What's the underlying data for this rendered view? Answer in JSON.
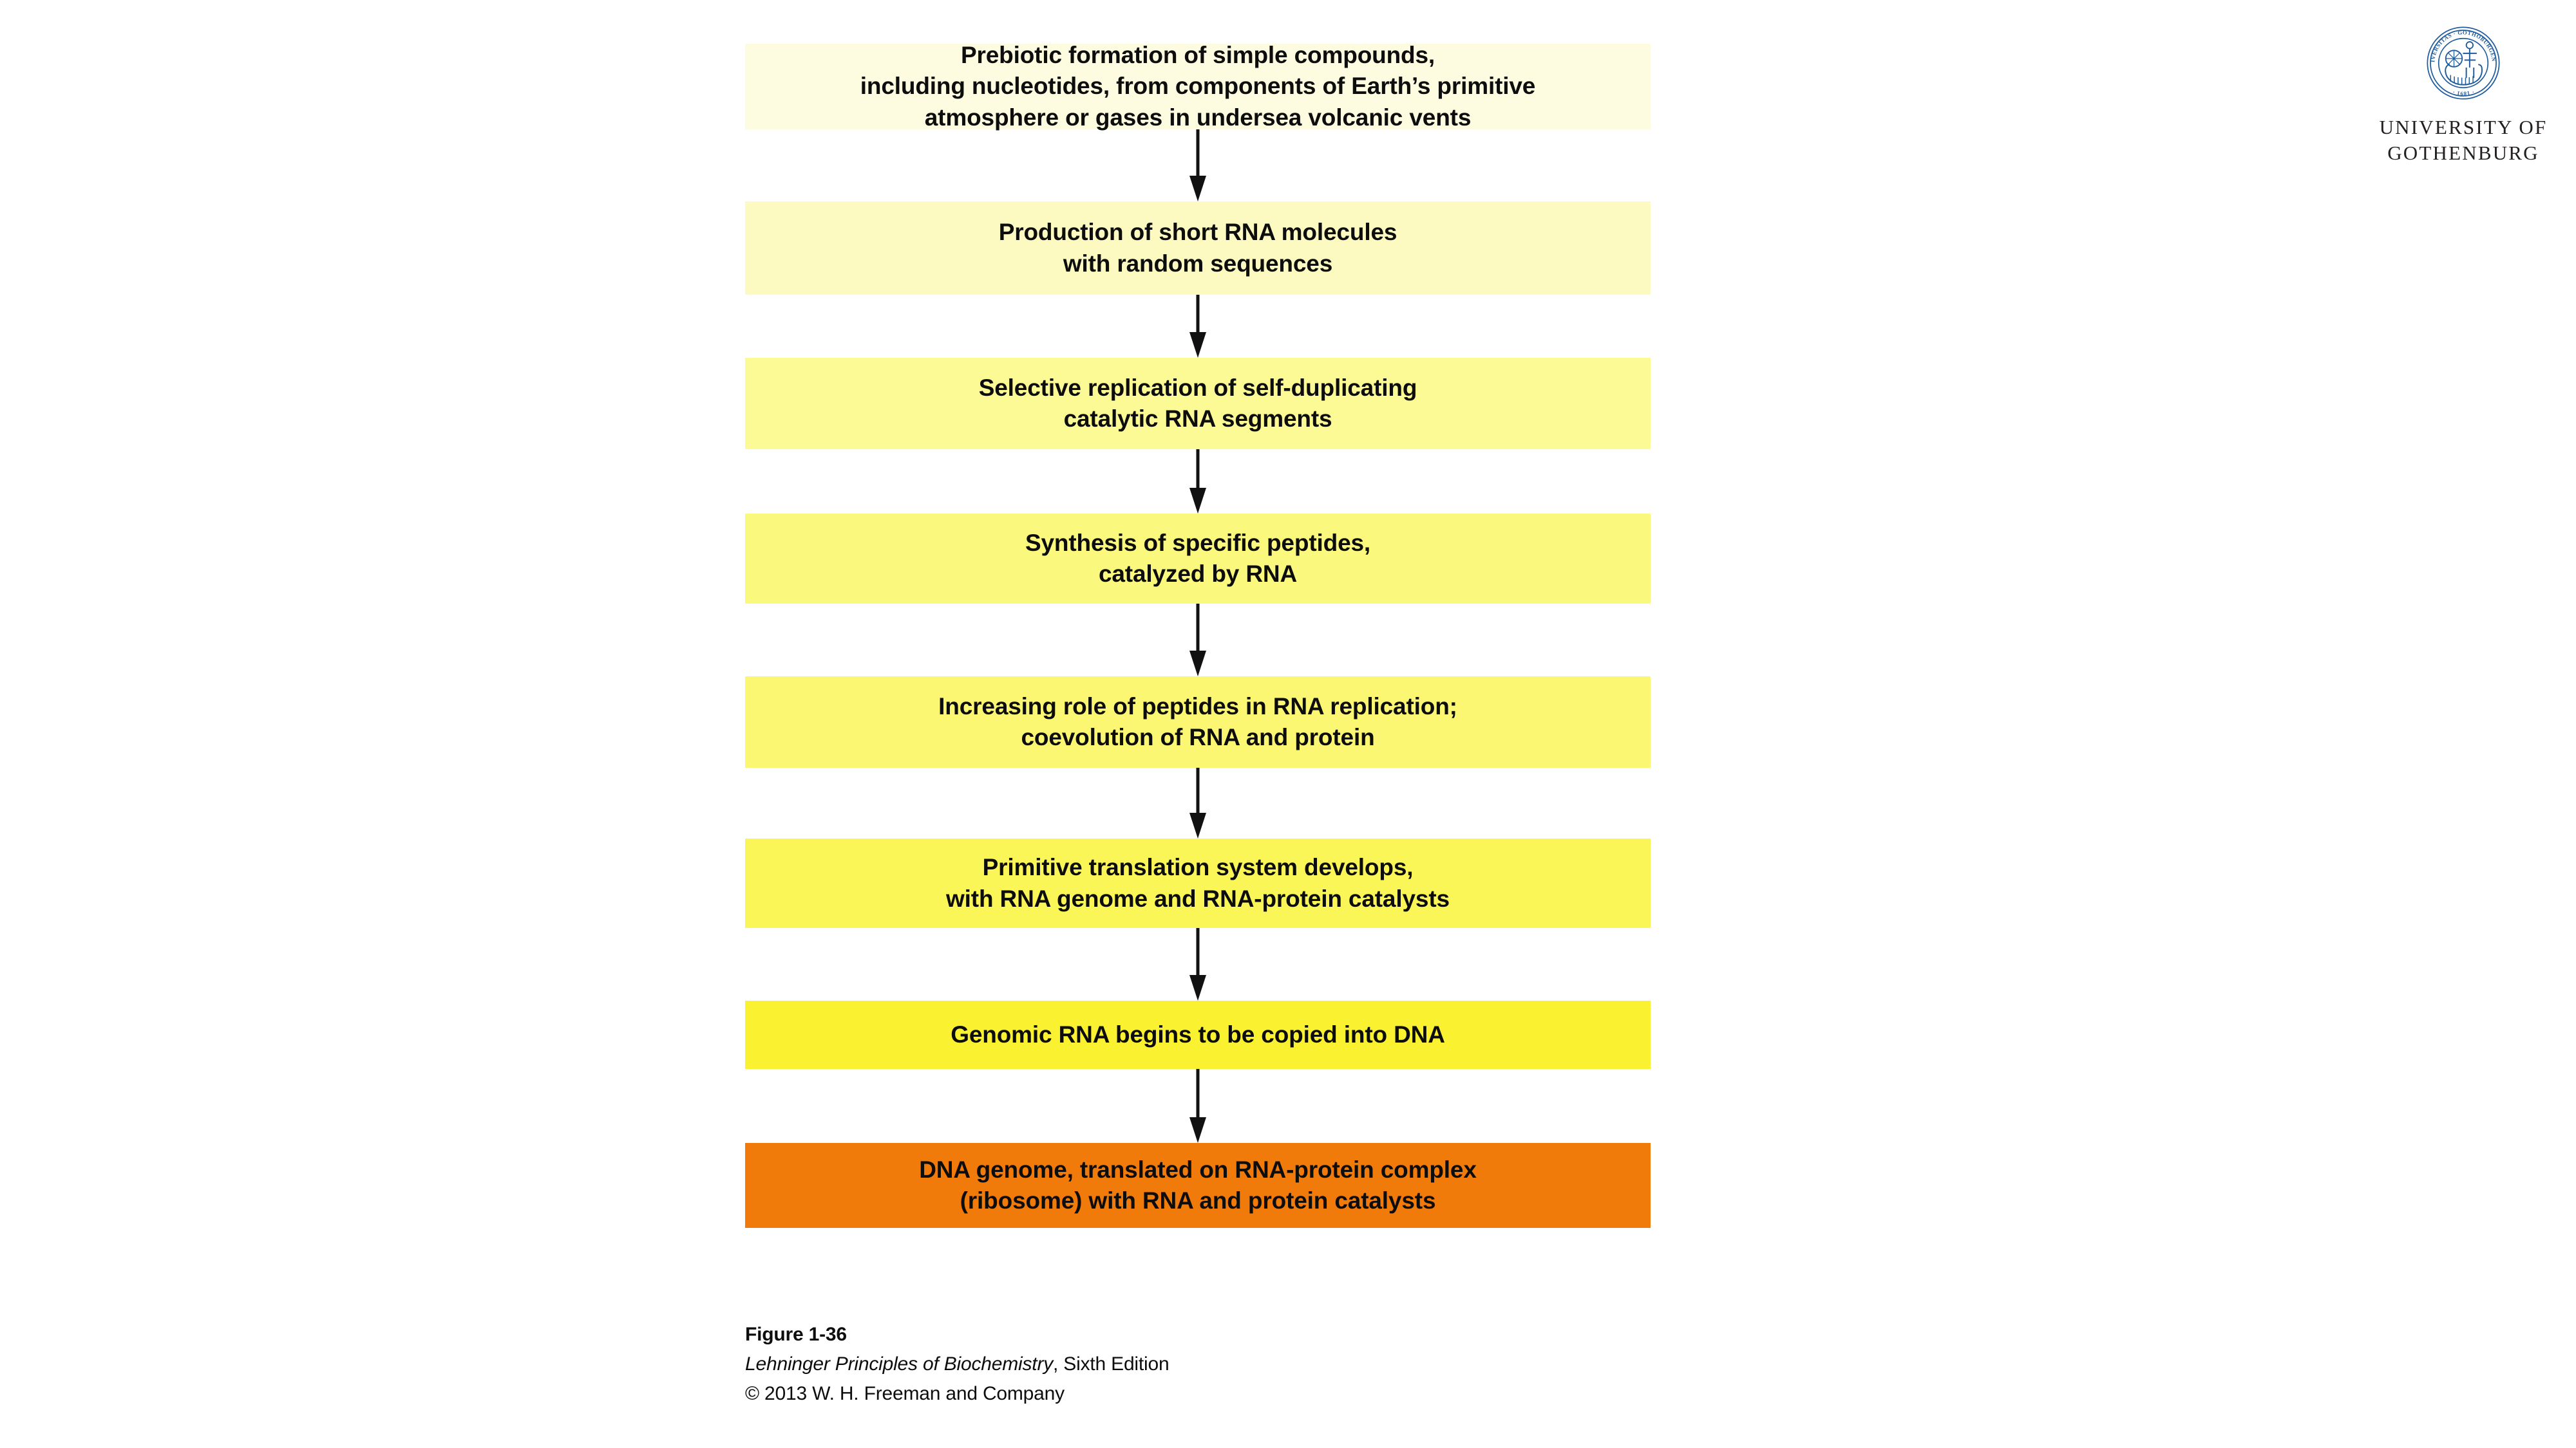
{
  "logo": {
    "seal_alt": "university-seal",
    "seal_ring_top_text": "UNIVERSITAS · GOTHOBURGENSIS",
    "seal_year": "1891",
    "seal_color": "#1F5C9E",
    "wordmark_line1": "UNIVERSITY OF",
    "wordmark_line2": "GOTHENBURG"
  },
  "flowchart": {
    "arrow_color": "#111111",
    "steps": [
      {
        "id": "step-1",
        "lines": [
          "Prebiotic formation of simple compounds,",
          "including nucleotides, from components of Earth’s primitive",
          "atmosphere or gases in undersea volcanic vents"
        ],
        "color": "#FDFCE0",
        "height": 133,
        "gap_after": 112
      },
      {
        "id": "step-2",
        "lines": [
          "Production of short RNA molecules",
          "with random sequences"
        ],
        "color": "#FCFAC0",
        "height": 145,
        "gap_after": 98
      },
      {
        "id": "step-3",
        "lines": [
          "Selective replication of self-duplicating",
          "catalytic RNA segments"
        ],
        "color": "#FCFA94",
        "height": 142,
        "gap_after": 100
      },
      {
        "id": "step-4",
        "lines": [
          "Synthesis of specific peptides,",
          "catalyzed by RNA"
        ],
        "color": "#FBF87E",
        "height": 140,
        "gap_after": 113
      },
      {
        "id": "step-5",
        "lines": [
          "Increasing role of peptides in RNA replication;",
          "coevolution of RNA and protein"
        ],
        "color": "#FCF773",
        "height": 142,
        "gap_after": 110
      },
      {
        "id": "step-6",
        "lines": [
          "Primitive translation system develops,",
          "with RNA genome and RNA-protein catalysts"
        ],
        "color": "#FBF657",
        "height": 139,
        "gap_after": 113
      },
      {
        "id": "step-7",
        "lines": [
          "Genomic RNA begins to be copied into DNA"
        ],
        "color": "#FAF230",
        "height": 106,
        "gap_after": 115
      },
      {
        "id": "step-8",
        "lines": [
          "DNA genome, translated on RNA-protein complex",
          "(ribosome) with RNA and protein catalysts"
        ],
        "color": "#F07A0A",
        "height": 132,
        "gap_after": 0
      }
    ]
  },
  "caption": {
    "figure_number": "Figure 1-36",
    "book_title_italic": "Lehninger Principles of Biochemistry",
    "book_edition": ", Sixth Edition",
    "copyright": "© 2013 W. H. Freeman and Company"
  }
}
